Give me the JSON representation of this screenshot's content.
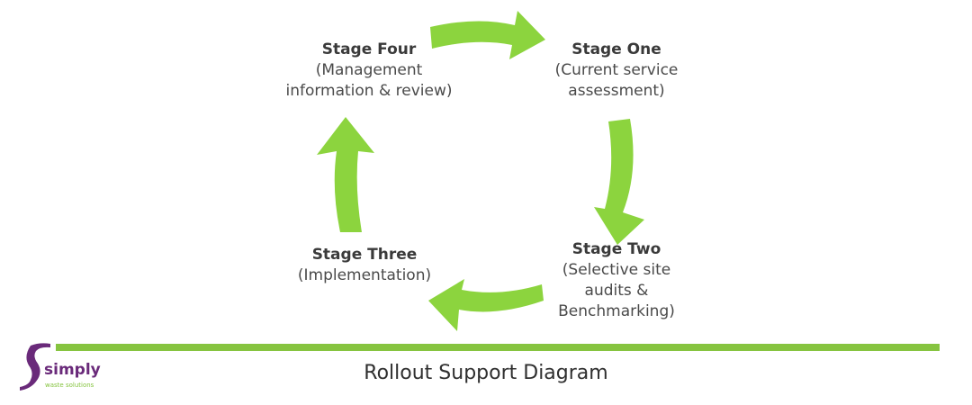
{
  "diagram": {
    "stages": [
      {
        "name": "Stage One",
        "desc_lines": [
          "(Current service",
          "assessment)"
        ]
      },
      {
        "name": "Stage Two",
        "desc_lines": [
          "(Selective site",
          "audits &",
          "Benchmarking)"
        ]
      },
      {
        "name": "Stage Three",
        "desc_lines": [
          "(Implementation)"
        ]
      },
      {
        "name": "Stage Four",
        "desc_lines": [
          "(Management",
          "information & review)"
        ]
      }
    ],
    "arrow_color": "#8cd43e"
  },
  "footer": {
    "caption": "Rollout Support Diagram",
    "rule_color": "#86c440"
  },
  "logo": {
    "word": "simply",
    "tagline": "waste solutions",
    "primary_color": "#6a2a7a",
    "accent_color": "#86c440"
  }
}
